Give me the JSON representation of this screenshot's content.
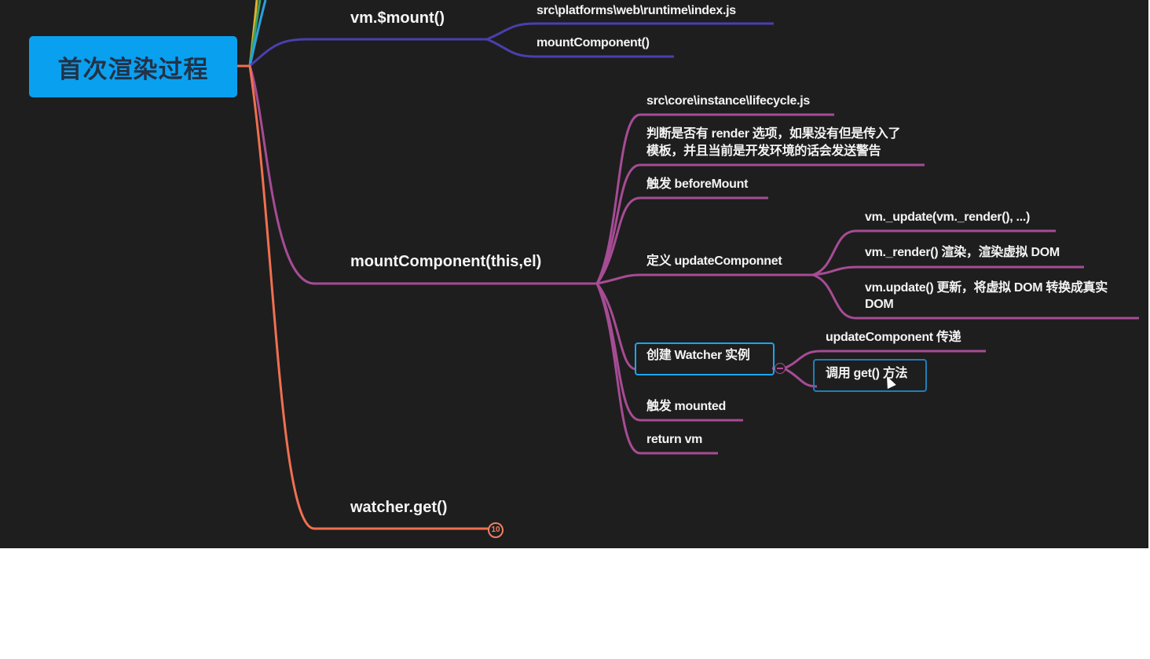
{
  "root": {
    "label": "首次渲染过程"
  },
  "branches": {
    "mount": {
      "label": "vm.$mount()",
      "children": [
        "src\\platforms\\web\\runtime\\index.js",
        "mountComponent()"
      ]
    },
    "mountComponent": {
      "label": "mountComponent(this,el)",
      "children": {
        "lifecycle": "src\\core\\instance\\lifecycle.js",
        "render_check_line1": "判断是否有 render 选项，如果没有但是传入了",
        "render_check_line2": "模板，并且当前是开发环境的话会发送警告",
        "before_mount": "触发 beforeMount",
        "define_update": {
          "label": "定义 updateComponnet",
          "children": {
            "update_call": "vm._update(vm._render(), ...)",
            "render_desc": "vm._render() 渲染，渲染虚拟 DOM",
            "update_desc_line1": "vm.update() 更新，将虚拟 DOM 转换成真实",
            "update_desc_line2": "DOM"
          }
        },
        "create_watcher": {
          "label": "创建 Watcher 实例",
          "children": {
            "pass_update": "updateComponent 传递",
            "call_get": "调用 get() 方法"
          }
        },
        "mounted": "触发 mounted",
        "return_vm": "return vm"
      }
    },
    "watcher_get": {
      "label": "watcher.get()",
      "collapsed_count": "10"
    }
  },
  "colors": {
    "background": "#1e1e1e",
    "root_fill": "#0aa0f0",
    "mount_branch": "#4a3fae",
    "component_branch": "#a64c94",
    "watcher_branch": "#f07050",
    "selection": "#19a6ee"
  }
}
